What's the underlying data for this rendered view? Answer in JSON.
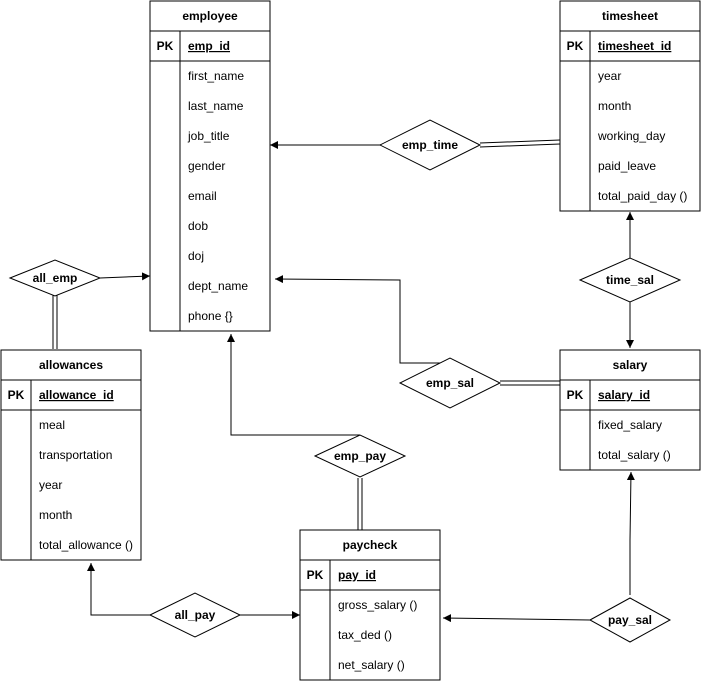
{
  "entities": {
    "employee": {
      "title": "employee",
      "pk_label": "PK",
      "pk": "emp_id",
      "fields": [
        "first_name",
        "last_name",
        "job_title",
        "gender",
        "email",
        "dob",
        "doj",
        "dept_name",
        "phone {}"
      ]
    },
    "timesheet": {
      "title": "timesheet",
      "pk_label": "PK",
      "pk": "timesheet_id",
      "fields": [
        "year",
        "month",
        "working_day",
        "paid_leave",
        "total_paid_day ()"
      ]
    },
    "allowances": {
      "title": "allowances",
      "pk_label": "PK",
      "pk": "allowance_id",
      "fields": [
        "meal",
        "transportation",
        "year",
        "month",
        "total_allowance ()"
      ]
    },
    "salary": {
      "title": "salary",
      "pk_label": "PK",
      "pk": "salary_id",
      "fields": [
        "fixed_salary",
        "total_salary ()"
      ]
    },
    "paycheck": {
      "title": "paycheck",
      "pk_label": "PK",
      "pk": "pay_id",
      "fields": [
        "gross_salary ()",
        "tax_ded ()",
        "net_salary ()"
      ]
    }
  },
  "relationships": {
    "emp_time": "emp_time",
    "all_emp": "all_emp",
    "time_sal": "time_sal",
    "emp_sal": "emp_sal",
    "emp_pay": "emp_pay",
    "all_pay": "all_pay",
    "pay_sal": "pay_sal"
  }
}
